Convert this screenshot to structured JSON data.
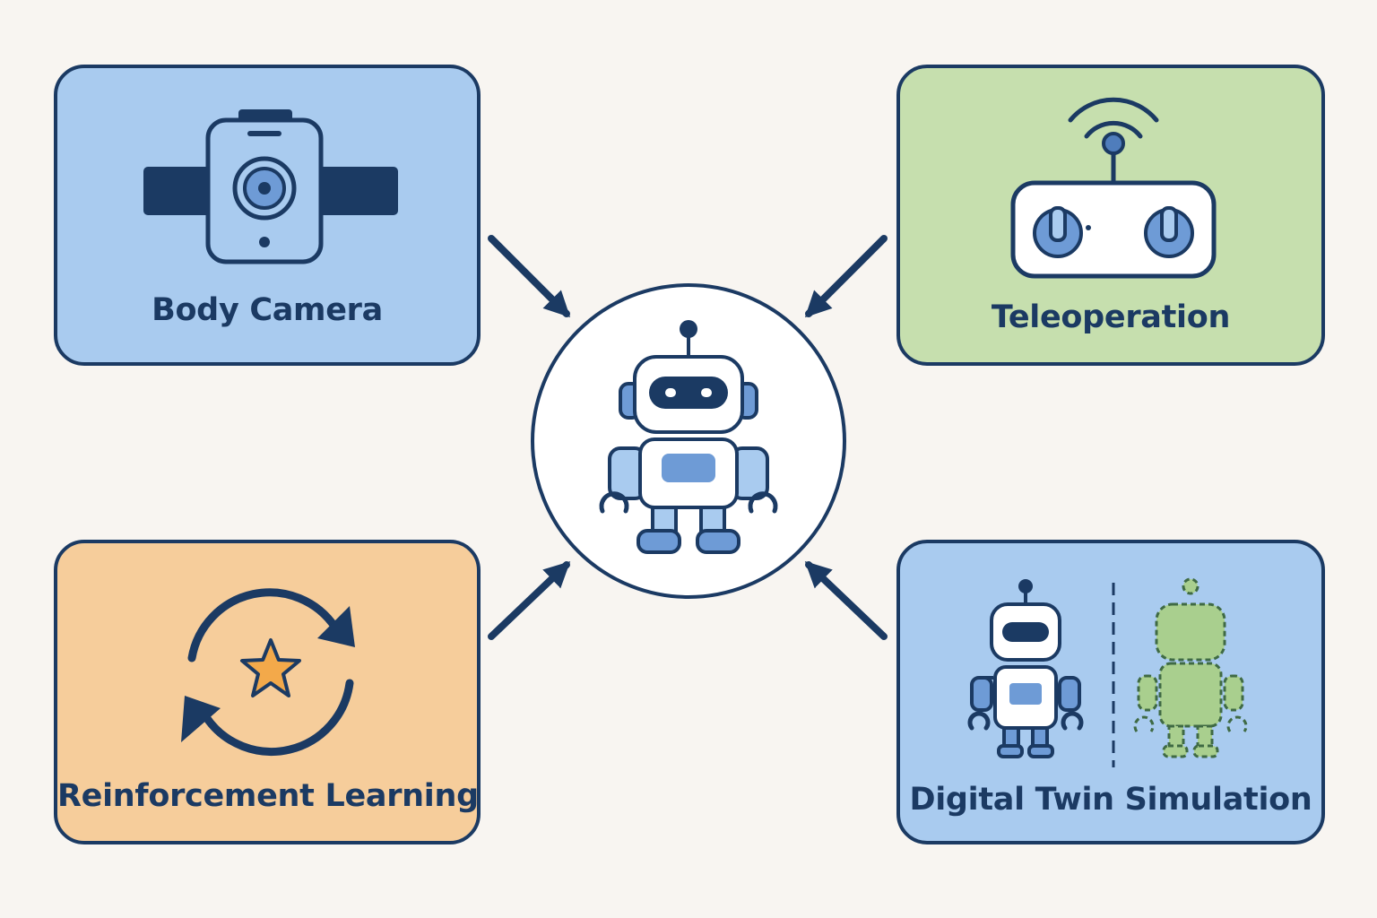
{
  "colors": {
    "background": "#f8f5f1",
    "outline": "#1b3a63",
    "body_camera_fill": "#a9cbef",
    "teleoperation_fill": "#c6dfae",
    "reinforcement_fill": "#f6cd9b",
    "digital_twin_fill": "#a9cbef",
    "robot_accent": "#6e9bd6",
    "star": "#f3a94a",
    "twin_ghost": "#a9cf8e"
  },
  "cards": {
    "body_camera": {
      "label": "Body Camera",
      "icon": "body-camera-icon"
    },
    "teleoperation": {
      "label": "Teleoperation",
      "icon": "remote-controller-icon"
    },
    "reinforcement_learning": {
      "label": "Reinforcement Learning",
      "icon": "cycle-star-icon"
    },
    "digital_twin": {
      "label": "Digital Twin Simulation",
      "icon": "robot-twin-icon"
    }
  },
  "center": {
    "icon": "robot-icon"
  }
}
